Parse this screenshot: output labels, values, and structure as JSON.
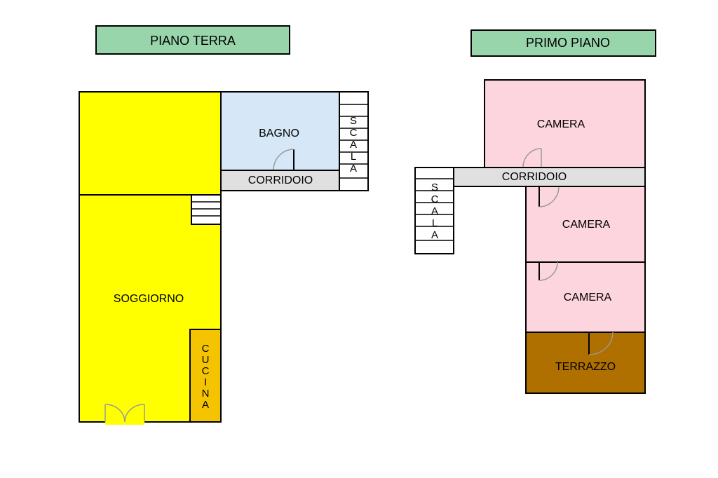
{
  "floors": {
    "ground": {
      "title": "PIANO TERRA",
      "rooms": {
        "bagno": "BAGNO",
        "corridoio": "CORRIDOIO",
        "soggiorno": "SOGGIORNO",
        "scala": [
          "S",
          "C",
          "A",
          "L",
          "A"
        ],
        "cucina": [
          "C",
          "U",
          "C",
          "I",
          "N",
          "A"
        ]
      }
    },
    "first": {
      "title": "PRIMO PIANO",
      "rooms": {
        "camera_top": "CAMERA",
        "corridoio": "CORRIDOIO",
        "camera_mid": "CAMERA",
        "camera_bottom": "CAMERA",
        "terrazzo": "TERRAZZO",
        "scala": [
          "S",
          "C",
          "A",
          "L",
          "A"
        ]
      }
    }
  },
  "colors": {
    "title_bg": "#99d5aa",
    "living_yellow": "#ffff00",
    "bathroom_blue": "#d6e8f8",
    "corridor_grey": "#e0e0e0",
    "kitchen_orange": "#f5c400",
    "bedroom_pink": "#fdd5df",
    "terrace_brown": "#b07000",
    "stair_white": "#ffffff",
    "wall": "#000000",
    "door_arc": "#999999"
  }
}
